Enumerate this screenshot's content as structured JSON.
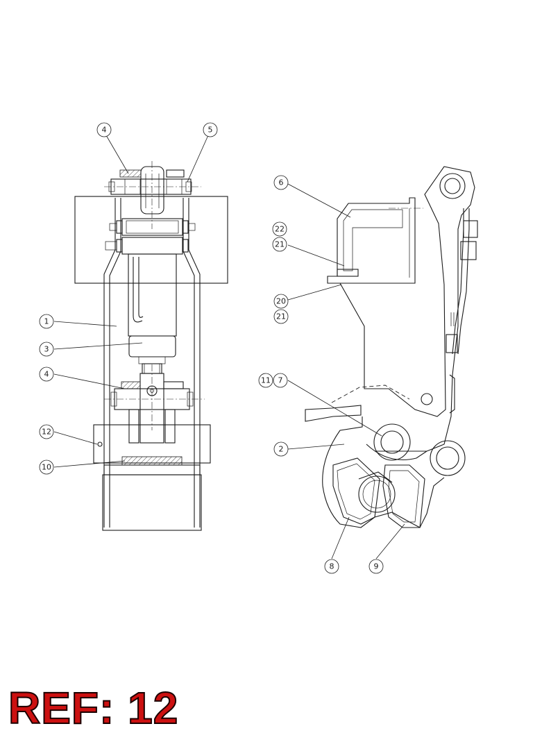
{
  "callouts": {
    "c1": "1",
    "c2": "2",
    "c3": "3",
    "c4_top": "4",
    "c4_mid": "4",
    "c5": "5",
    "c6": "6",
    "c7": "7",
    "c8": "8",
    "c9": "9",
    "c10": "10",
    "c11": "11",
    "c12": "12",
    "c20": "20",
    "c21_upper": "21",
    "c21_lower": "21",
    "c22": "22"
  },
  "reference": {
    "text": "REF: 12",
    "color": "#cc1111"
  },
  "colors": {
    "line": "#1a1a1a",
    "background": "#ffffff"
  }
}
